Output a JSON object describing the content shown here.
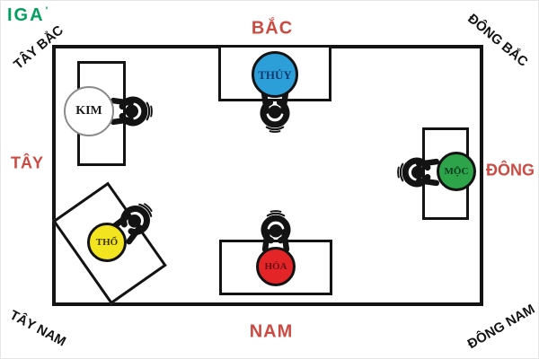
{
  "logo": {
    "text": "IGA",
    "mark": "'",
    "color": "#00A05E"
  },
  "directions": {
    "cardinal_color": "#CB4B43",
    "intercardinal_color": "#131313",
    "north": "BẮC",
    "south": "NAM",
    "west": "TÂY",
    "east": "ĐÔNG",
    "northwest": "TÂY BẮC",
    "northeast": "ĐÔNG BẮC",
    "southwest": "TÂY NAM",
    "southeast": "ĐÔNG NAM"
  },
  "room": {
    "wall_color": "#131313",
    "background": "#FFFFFF"
  },
  "elements": [
    {
      "id": "kim",
      "label": "KIM",
      "fill": "#FFFFFF",
      "border": "#8A8A8A",
      "text_color": "#1A1A1A",
      "location": "west wall desk"
    },
    {
      "id": "thuy",
      "label": "THỦY",
      "fill": "#2C9FD9",
      "border": "#131313",
      "text_color": "#123A6E",
      "location": "north wall desk"
    },
    {
      "id": "moc",
      "label": "MỘC",
      "fill": "#2DA44A",
      "border": "#131313",
      "text_color": "#0D3A1D",
      "location": "east wall desk"
    },
    {
      "id": "hoa",
      "label": "HỎA",
      "fill": "#E32528",
      "border": "#131313",
      "text_color": "#6B1014",
      "location": "south wall desk"
    },
    {
      "id": "tho",
      "label": "THỔ",
      "fill": "#F2E51F",
      "border": "#131313",
      "text_color": "#3E3502",
      "location": "southwest rotated desk"
    }
  ]
}
